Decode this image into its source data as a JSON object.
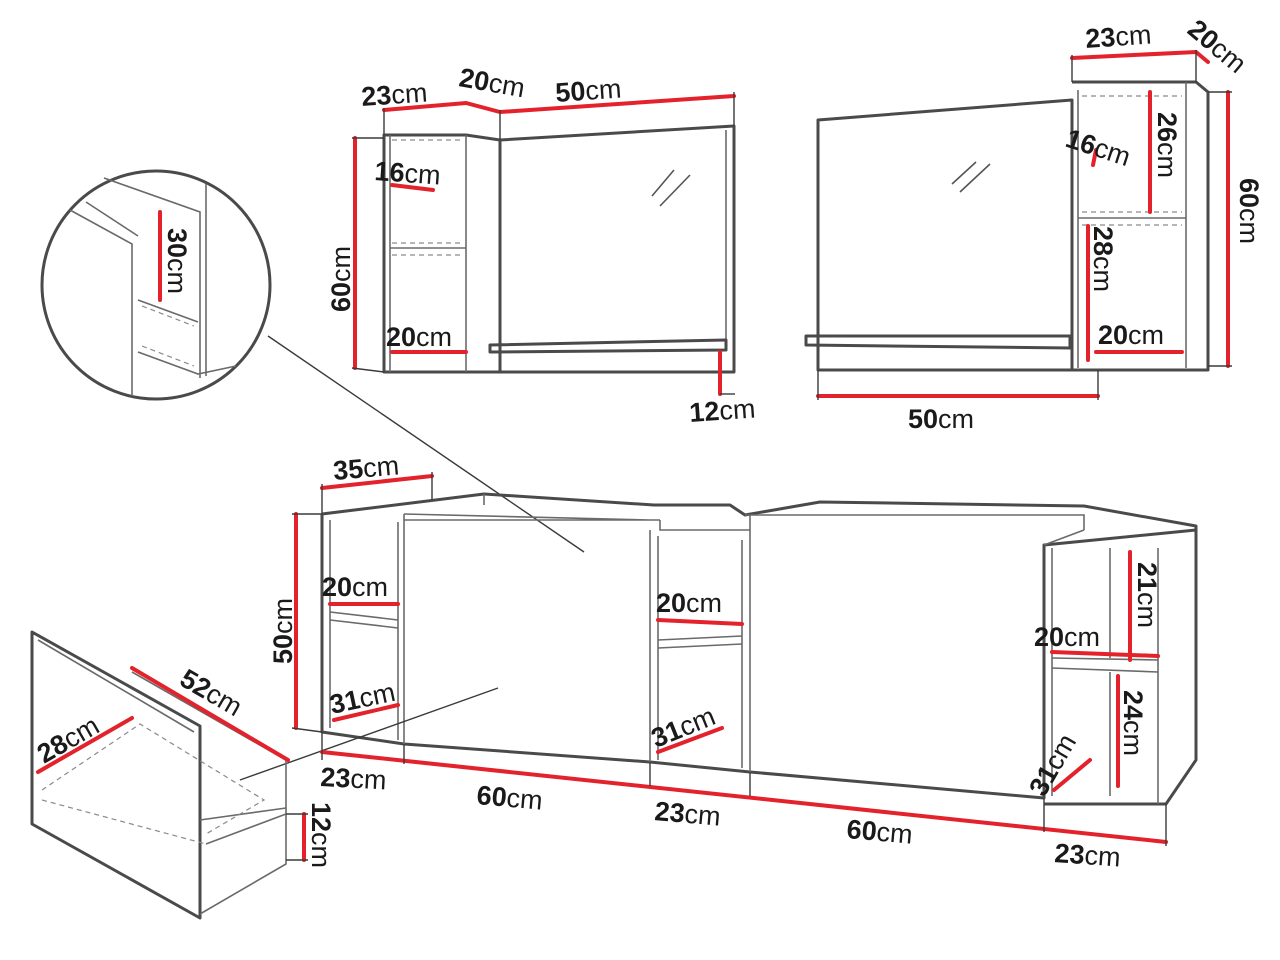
{
  "labels": {
    "mirror_left_w23": {
      "num": "23",
      "unit": "cm"
    },
    "mirror_left_d20": {
      "num": "20",
      "unit": "cm"
    },
    "mirror_left_w50": {
      "num": "50",
      "unit": "cm"
    },
    "mirror_left_h60": {
      "num": "60",
      "unit": "cm"
    },
    "mirror_left_s16": {
      "num": "16",
      "unit": "cm"
    },
    "mirror_left_s20": {
      "num": "20",
      "unit": "cm"
    },
    "mirror_left_l12": {
      "num": "12",
      "unit": "cm"
    },
    "mirror_right_w23": {
      "num": "23",
      "unit": "cm"
    },
    "mirror_right_d20": {
      "num": "20",
      "unit": "cm"
    },
    "mirror_right_h60": {
      "num": "60",
      "unit": "cm"
    },
    "mirror_right_s16": {
      "num": "16",
      "unit": "cm"
    },
    "mirror_right_s26": {
      "num": "26",
      "unit": "cm"
    },
    "mirror_right_s28": {
      "num": "28",
      "unit": "cm"
    },
    "mirror_right_s20": {
      "num": "20",
      "unit": "cm"
    },
    "mirror_right_w50": {
      "num": "50",
      "unit": "cm"
    },
    "detail_h30": {
      "num": "30",
      "unit": "cm"
    },
    "base_d35": {
      "num": "35",
      "unit": "cm"
    },
    "base_h50": {
      "num": "50",
      "unit": "cm"
    },
    "base_l_s20": {
      "num": "20",
      "unit": "cm"
    },
    "base_l_s31": {
      "num": "31",
      "unit": "cm"
    },
    "base_m_s20": {
      "num": "20",
      "unit": "cm"
    },
    "base_m_s31": {
      "num": "31",
      "unit": "cm"
    },
    "base_r_h21": {
      "num": "21",
      "unit": "cm"
    },
    "base_r_s20": {
      "num": "20",
      "unit": "cm"
    },
    "base_r_h24": {
      "num": "24",
      "unit": "cm"
    },
    "base_r_s31": {
      "num": "31",
      "unit": "cm"
    },
    "bottom_w23a": {
      "num": "23",
      "unit": "cm"
    },
    "bottom_w60a": {
      "num": "60",
      "unit": "cm"
    },
    "bottom_w23b": {
      "num": "23",
      "unit": "cm"
    },
    "bottom_w60b": {
      "num": "60",
      "unit": "cm"
    },
    "bottom_w23c": {
      "num": "23",
      "unit": "cm"
    },
    "drawer_d52": {
      "num": "52",
      "unit": "cm"
    },
    "drawer_w28": {
      "num": "28",
      "unit": "cm"
    },
    "drawer_h12": {
      "num": "12",
      "unit": "cm"
    }
  },
  "colors": {
    "dimension_line": "#e3222b",
    "outline": "#4a4a4a",
    "text": "#1a1a1a",
    "background": "#ffffff"
  }
}
